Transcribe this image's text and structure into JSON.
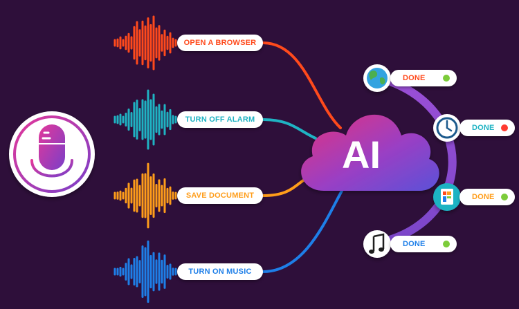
{
  "commands": [
    {
      "label": "OPEN A BROWSER",
      "color": "#ff4a1c"
    },
    {
      "label": "TURN OFF  ALARM",
      "color": "#1fb3c3"
    },
    {
      "label": "SAVE DOCUMENT",
      "color": "#ff9d1a"
    },
    {
      "label": "TURN ON MUSIC",
      "color": "#1e7fe8"
    }
  ],
  "center": {
    "label": "AI",
    "gradient": [
      "#d6338a",
      "#8a3ec7",
      "#5b55d9"
    ]
  },
  "results": [
    {
      "label": "DONE",
      "icon": "globe-icon",
      "status_color": "#7ccc3a",
      "text_color": "#ff4a1c"
    },
    {
      "label": "DONE",
      "icon": "clock-icon",
      "status_color": "#ff3b30",
      "text_color": "#1fb3c3"
    },
    {
      "label": "DONE",
      "icon": "document-icon",
      "status_color": "#7ccc3a",
      "text_color": "#ff9d1a"
    },
    {
      "label": "DONE",
      "icon": "music-note-icon",
      "status_color": "#7ccc3a",
      "text_color": "#1e7fe8"
    }
  ],
  "colors": {
    "background": "#2e0f3a",
    "arc": "#9b4fd6",
    "mic_ring": "#c83fa0"
  }
}
